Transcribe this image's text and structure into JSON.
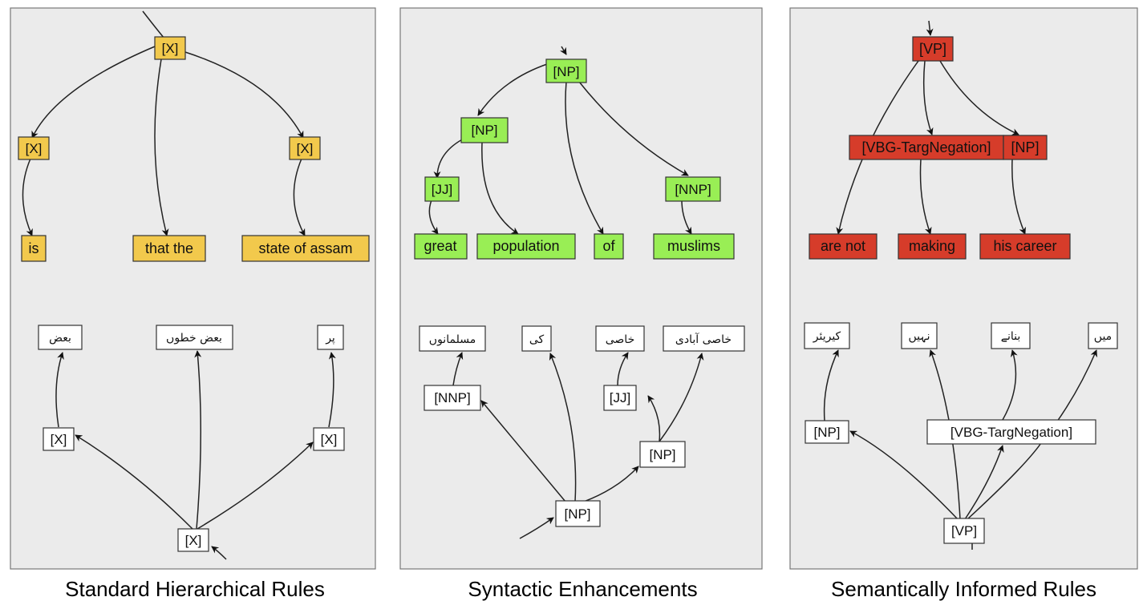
{
  "panels": [
    {
      "caption": "Standard Hierarchical Rules",
      "top_tree": {
        "color": "#f2c94c",
        "nodes": {
          "root": "[X]",
          "left": "[X]",
          "right": "[X]",
          "w1": "is",
          "w2": "that the",
          "w3": "state of assam"
        }
      },
      "bottom_tree": {
        "color": "#ffffff",
        "nodes": {
          "root": "[X]",
          "left": "[X]",
          "right": "[X]",
          "u1": "بعض",
          "u2": "بعض خطوں",
          "u3": "پر"
        }
      }
    },
    {
      "caption": "Syntactic Enhancements",
      "top_tree": {
        "color": "#99ee55",
        "nodes": {
          "root": "[NP]",
          "np": "[NP]",
          "jj": "[JJ]",
          "nnp": "[NNP]",
          "w1": "great",
          "w2": "population",
          "w3": "of",
          "w4": "muslims"
        }
      },
      "bottom_tree": {
        "color": "#ffffff",
        "nodes": {
          "root": "[NP]",
          "np": "[NP]",
          "nnp": "[NNP]",
          "jj": "[JJ]",
          "u1": "مسلمانوں",
          "u2": "کی",
          "u3": "خاصی",
          "u4": "خاصی آبادی"
        }
      }
    },
    {
      "caption": "Semantically Informed Rules",
      "top_tree": {
        "color": "#d63c2a",
        "nodes": {
          "root": "[VP]",
          "vbg": "[VBG-TargNegation]",
          "np": "[NP]",
          "w1": "are not",
          "w2": "making",
          "w3": "his career"
        }
      },
      "bottom_tree": {
        "color": "#ffffff",
        "nodes": {
          "root": "[VP]",
          "np": "[NP]",
          "vbg": "[VBG-TargNegation]",
          "u1": "کیریئر",
          "u2": "نہیں",
          "u3": "بنانے",
          "u4": "میں"
        }
      }
    }
  ]
}
